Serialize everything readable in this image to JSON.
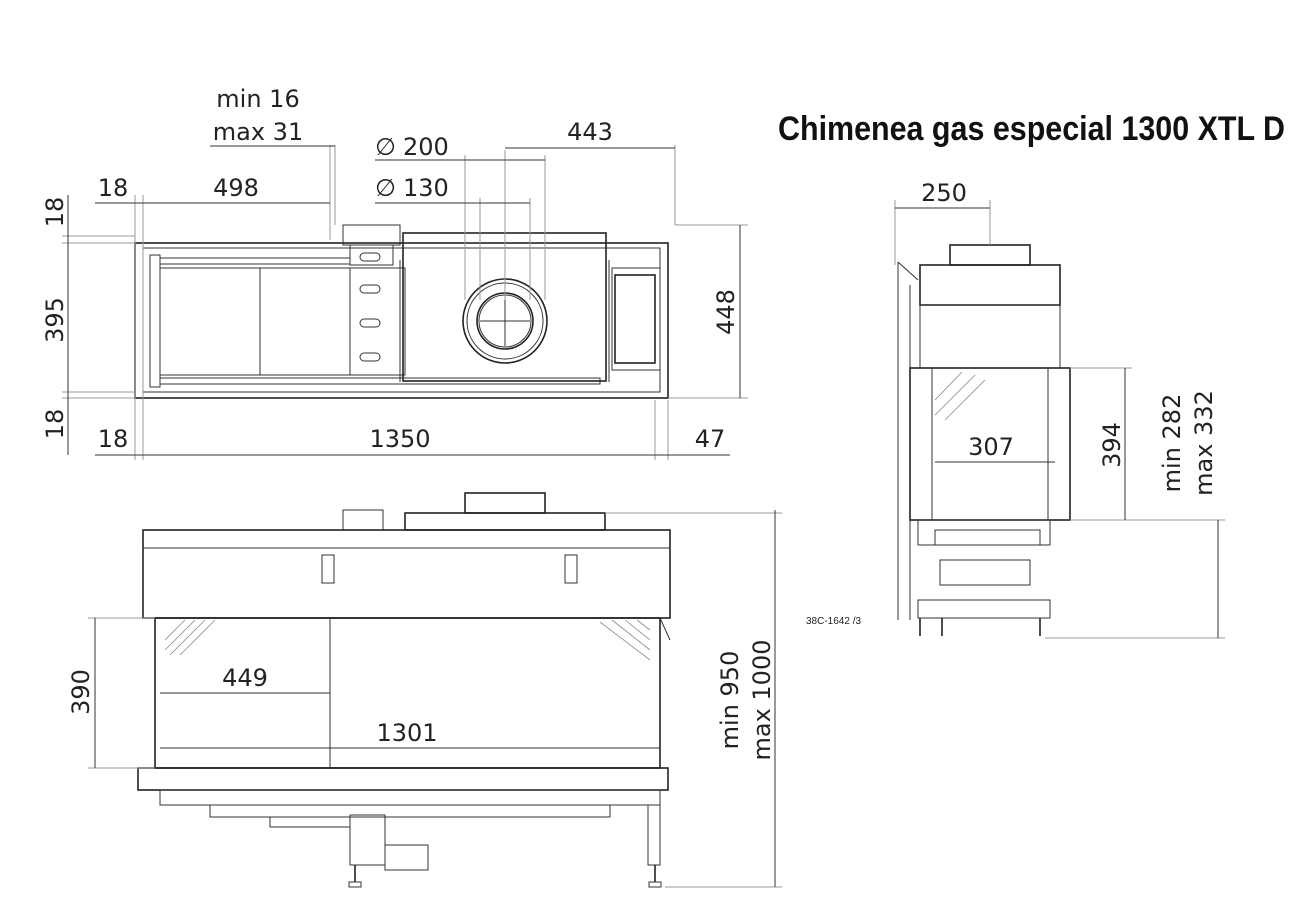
{
  "title": "Chimenea gas especial 1300 XTL D",
  "drawing_code": "38C-1642 /3",
  "top_view": {
    "min_offset": "min 16",
    "max_offset": "max 31",
    "diameter_outer": "200",
    "diameter_inner": "130",
    "diameter_symbol": "∅",
    "flue_offset": "443",
    "left_margin": "18",
    "left_width": "498",
    "top_margin": "18",
    "depth": "395",
    "bottom_margin": "18",
    "total_depth": "448",
    "bottom_left": "18",
    "width": "1350",
    "right_extra": "47"
  },
  "front_view": {
    "glass_height": "390",
    "glass_left_width": "449",
    "glass_width": "1301",
    "height_min": "min 950",
    "height_max": "max 1000"
  },
  "side_view": {
    "flue_offset": "250",
    "glass_width": "307",
    "glass_height": "394",
    "floor_min": "min 282",
    "floor_max": "max 332"
  }
}
